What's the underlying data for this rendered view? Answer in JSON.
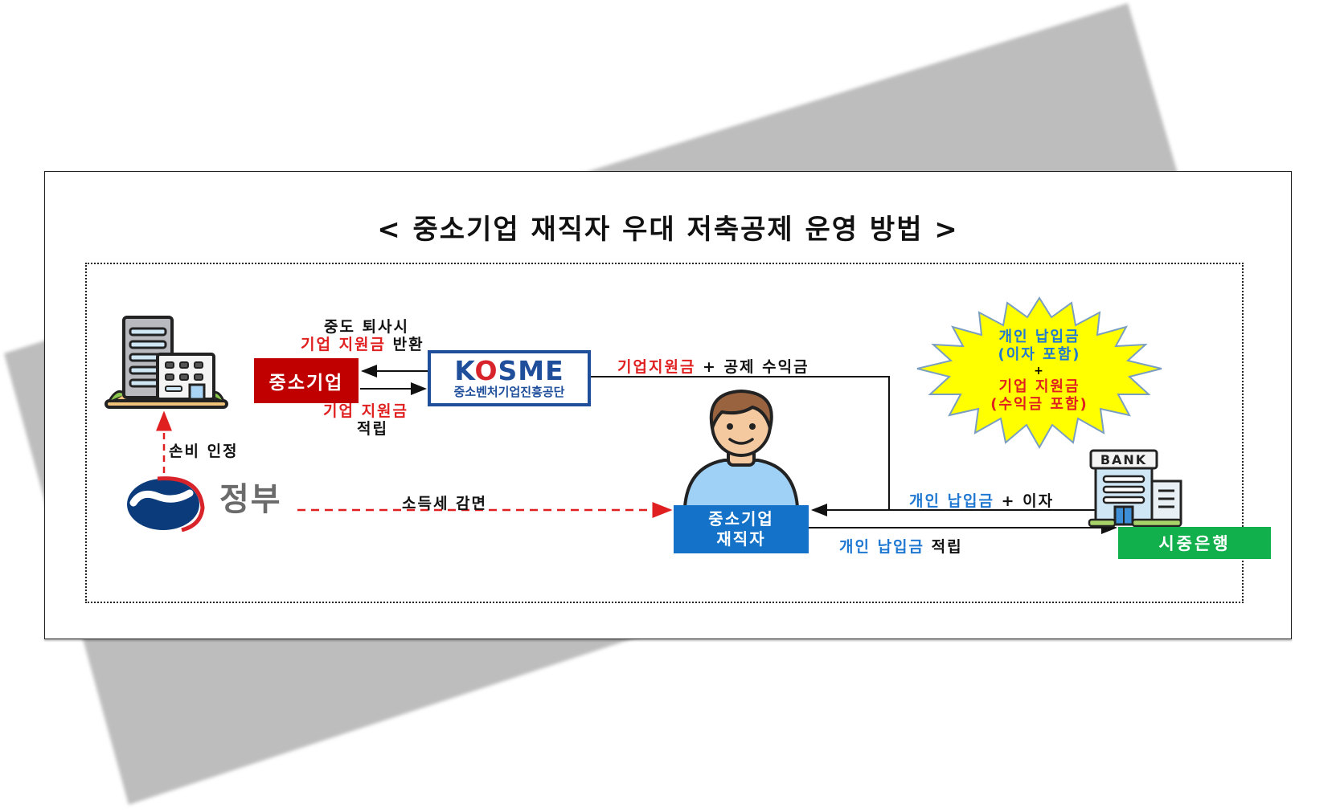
{
  "title": "< 중소기업 재직자 우대 저축공제 운영 방법 >",
  "colors": {
    "sme_red": "#c00000",
    "kosme_blue": "#1f4e9b",
    "worker_blue": "#1473c8",
    "bank_green": "#12b04c",
    "label_red": "#e02020",
    "label_blue": "#1f78d1",
    "burst_yellow": "#ffff00",
    "shadow_gray": "#bdbdbd"
  },
  "nodes": {
    "sme": {
      "label": "중소기업",
      "icon": "office-building-icon"
    },
    "kosme": {
      "logo": "KOSME",
      "subtitle": "중소벤처기업진흥공단"
    },
    "government": {
      "label": "정부",
      "icon": "korea-government-emblem-icon"
    },
    "worker": {
      "line1": "중소기업",
      "line2": "재직자",
      "icon": "person-icon"
    },
    "bank": {
      "label": "시중은행",
      "sign": "BANK",
      "icon": "bank-building-icon"
    }
  },
  "edges": {
    "kosme_to_sme": {
      "line1": "중도 퇴사시",
      "line2_red": "기업 지원금",
      "line2_black": "반환"
    },
    "sme_to_kosme": {
      "line1_red": "기업 지원금",
      "line2": "적립"
    },
    "kosme_to_worker": {
      "red": "기업지원금",
      "black": "+ 공제 수익금"
    },
    "gov_to_sme": {
      "label": "손비 인정"
    },
    "gov_to_worker": {
      "label": "소득세 감면"
    },
    "bank_to_worker": {
      "blue": "개인 납입금",
      "black": "+ 이자"
    },
    "worker_to_bank": {
      "blue": "개인 납입금",
      "black": "적립"
    }
  },
  "burst": {
    "line1": "개인 납입금",
    "line2": "(이자 포함)",
    "plus": "+",
    "line3": "기업 지원금",
    "line4": "(수익금 포함)"
  }
}
